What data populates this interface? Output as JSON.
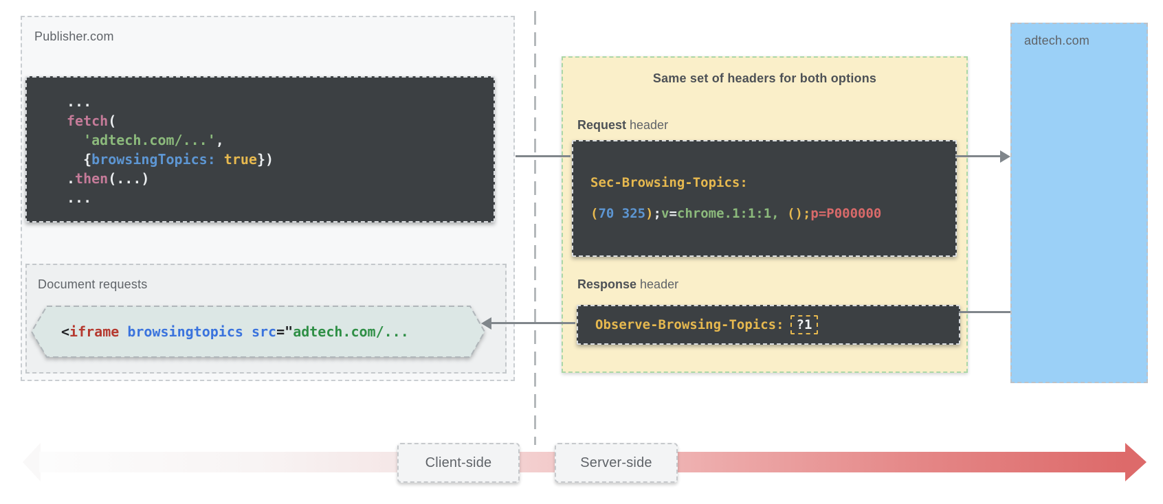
{
  "publisher": {
    "label": "Publisher.com",
    "code_block": {
      "lines": [
        [
          [
            "...",
            "white"
          ]
        ],
        [
          [
            "fetch",
            "pink"
          ],
          [
            "(",
            "white"
          ]
        ],
        [
          [
            "  ",
            "white"
          ],
          [
            "'adtech.com/...'",
            "green"
          ],
          [
            ",",
            "white"
          ]
        ],
        [
          [
            "  {",
            "white"
          ],
          [
            "browsingTopics:",
            "blue"
          ],
          [
            " ",
            "white"
          ],
          [
            "true",
            "yellow"
          ],
          [
            "})",
            "white"
          ]
        ],
        [
          [
            ".",
            "white"
          ],
          [
            "then",
            "pink"
          ],
          [
            "(...)",
            "white"
          ]
        ],
        [
          [
            "...",
            "white"
          ]
        ]
      ]
    },
    "document_requests": {
      "label": "Document requests",
      "iframe_code": [
        [
          [
            "<",
            "dark"
          ],
          [
            "iframe",
            "red"
          ],
          [
            " ",
            "dark"
          ],
          [
            "browsingtopics",
            "blue2"
          ],
          [
            " ",
            "dark"
          ],
          [
            "src",
            "blue2"
          ],
          [
            "=\"",
            "dark"
          ],
          [
            "adtech.com/...",
            "green2"
          ]
        ]
      ]
    }
  },
  "headers_panel": {
    "title": "Same set of headers for both options",
    "request": {
      "label_bold": "Request",
      "label_rest": " header",
      "header_name": "Sec-Browsing-Topics:",
      "header_value": [
        [
          [
            "(",
            "yellow"
          ],
          [
            "70 325",
            "blue"
          ],
          [
            ")",
            "yellow"
          ],
          [
            ";",
            "white"
          ],
          [
            "v",
            "green"
          ],
          [
            "=",
            "white"
          ],
          [
            "chrome.1:1:1,",
            "green"
          ],
          [
            " ()",
            "yellow"
          ],
          [
            ";",
            "yellow"
          ],
          [
            "p=P000000",
            "salmon"
          ]
        ]
      ]
    },
    "response": {
      "label_bold": "Response",
      "label_rest": " header",
      "header_name": "Observe-Browsing-Topics:",
      "header_value": "?1"
    }
  },
  "adtech": {
    "label": "adtech.com"
  },
  "timeline": {
    "client_label": "Client-side",
    "server_label": "Server-side"
  },
  "colors": {
    "dark_code_bg": "#3c4043",
    "publisher_bg": "#f7f8f9",
    "doc_requests_bg": "#eef0f1",
    "iframe_tag_bg": "#dce7e5",
    "headers_panel_bg": "#faefc9",
    "headers_panel_border": "#abd7a6",
    "adtech_bg": "#9bd0f7",
    "arrow_gray": "#80868b",
    "timeline_red": "#dd6a6a",
    "label_gray": "#5f6368",
    "code_white": "#eceff1",
    "code_pink": "#c57b99",
    "code_green": "#8cba7c",
    "code_blue": "#5d96d3",
    "code_yellow": "#e7b94f",
    "code_salmon": "#d96a6a",
    "html_red": "#b5392f",
    "html_blue": "#3a73dd",
    "html_green": "#2f8f46",
    "html_dark": "#202124"
  }
}
